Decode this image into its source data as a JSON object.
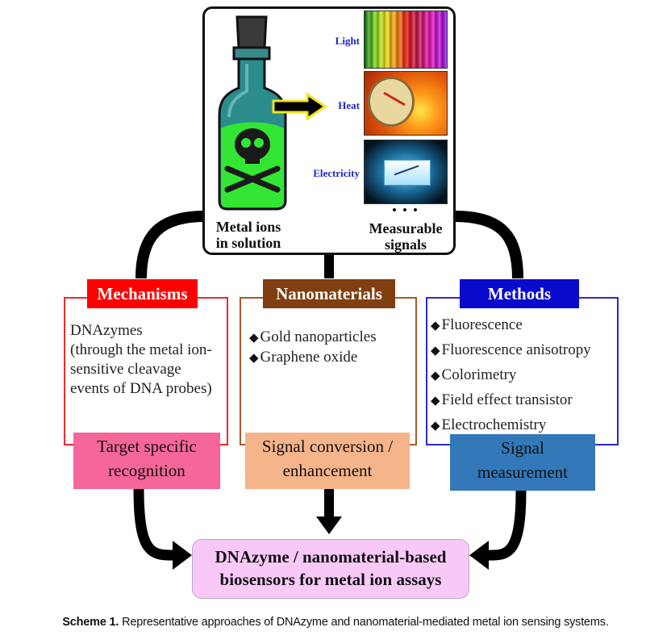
{
  "top_box": {
    "left_caption": [
      "Metal ions",
      "in solution"
    ],
    "signals": [
      {
        "label": "Light",
        "icon": "rainbow-light-image"
      },
      {
        "label": "Heat",
        "icon": "thermometer-fire-image"
      },
      {
        "label": "Electricity",
        "icon": "battery-electric-image"
      }
    ],
    "ellipsis": "• • •",
    "right_caption": [
      "Measurable",
      "signals"
    ]
  },
  "panels": [
    {
      "title": "Mechanisms",
      "title_color": "#ff0000",
      "border_color": "#ee2a2a",
      "lines": [
        "DNAzymes",
        "(through the metal ion-",
        "sensitive cleavage",
        "events of DNA probes)"
      ],
      "footer": [
        "Target specific",
        "recognition"
      ],
      "footer_color": "#f5669a"
    },
    {
      "title": "Nanomaterials",
      "title_color": "#7f3f10",
      "border_color": "#a55a2a",
      "bullets": [
        "Gold nanoparticles",
        "Graphene oxide"
      ],
      "footer": [
        "Signal conversion /",
        "enhancement"
      ],
      "footer_color": "#f5b48a"
    },
    {
      "title": "Methods",
      "title_color": "#0a0acc",
      "border_color": "#2a2acc",
      "bullets": [
        "Fluorescence",
        "Fluorescence anisotropy",
        "Colorimetry",
        "Field effect transistor",
        "Electrochemistry"
      ],
      "footer": [
        "Signal",
        "measurement"
      ],
      "footer_color": "#3378b8"
    }
  ],
  "result": [
    "DNAzyme / nanomaterial-based",
    "biosensors for metal ion assays"
  ],
  "result_color": "#f8c9f7",
  "caption": {
    "label": "Scheme 1.",
    "text": " Representative approaches of DNAzyme and nanomaterial-mediated metal ion sensing systems."
  }
}
